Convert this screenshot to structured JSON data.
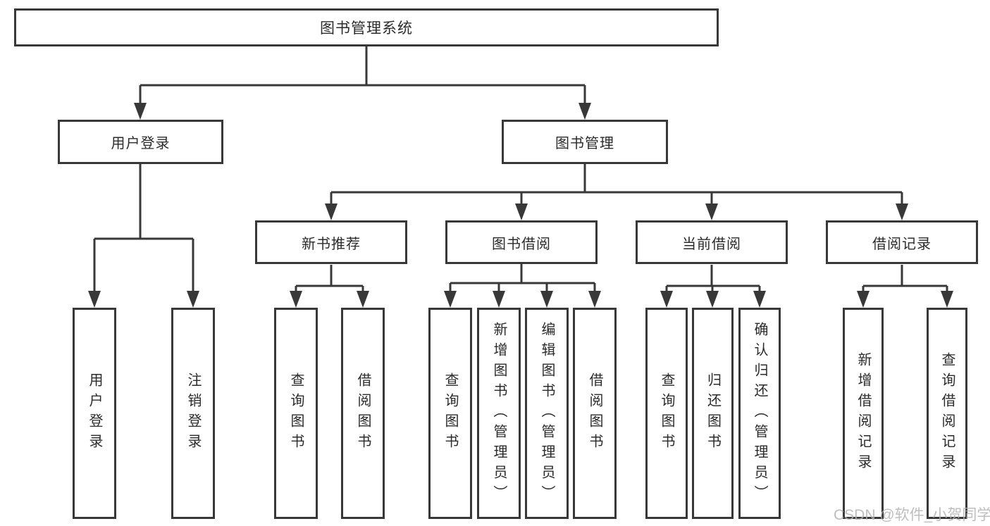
{
  "nodes": {
    "root": "图书管理系统",
    "user_login": "用户登录",
    "book_management": "图书管理",
    "new_book_recommend": "新书推荐",
    "book_borrow": "图书借阅",
    "current_borrow": "当前借阅",
    "borrow_records": "借阅记录",
    "leaf_user_login": "用户登录",
    "leaf_logout": "注销登录",
    "nb_query_books": "查询图书",
    "nb_borrow_books": "借阅图书",
    "bb_query_books": "查询图书",
    "bb_add_books": "新增图书（管理员）",
    "bb_edit_books": "编辑图书（管理员）",
    "bb_borrow_books": "借阅图书",
    "cb_query_books": "查询图书",
    "cb_return_books": "归还图书",
    "cb_confirm_return": "确认归还（管理员）",
    "br_add_record": "新增借阅记录",
    "br_query_record": "查询借阅记录"
  },
  "watermark": "CSDN @软件_小贺同学",
  "colors": {
    "line": "#383838",
    "box_border": "#383838",
    "text": "#2b2b2b",
    "background": "#ffffff",
    "watermark": "#b3b3b3"
  }
}
